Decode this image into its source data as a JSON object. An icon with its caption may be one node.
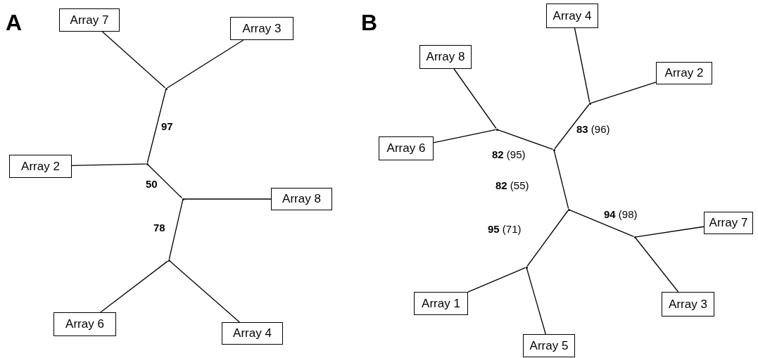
{
  "diagram": {
    "nodes": [
      {
        "text": [
          "Array 7"
        ]
      },
      {
        "text": [
          "Array 3"
        ]
      },
      {
        "text": [],
        "shape": "point"
      },
      {
        "text": [
          "Array 2"
        ]
      },
      {
        "text": [],
        "shape": "point"
      },
      {
        "text": [],
        "shape": "point"
      },
      {
        "text": [
          "Array 8"
        ]
      },
      {
        "text": [],
        "shape": "point"
      },
      {
        "text": [
          "Array 6"
        ]
      },
      {
        "text": [
          "Array 4"
        ]
      },
      {
        "text": [
          "Array 4"
        ]
      },
      {
        "text": [
          "Array 8"
        ]
      },
      {
        "text": [
          "Array 2"
        ]
      },
      {
        "text": [],
        "shape": "point"
      },
      {
        "text": [],
        "shape": "point"
      },
      {
        "text": [
          "Array 6"
        ]
      },
      {
        "text": [],
        "shape": "point"
      },
      {
        "text": [],
        "shape": "point"
      },
      {
        "text": [],
        "shape": "point"
      },
      {
        "text": [
          "Array 7"
        ]
      },
      {
        "text": [],
        "shape": "point"
      },
      {
        "text": [
          "Array 1"
        ]
      },
      {
        "text": [
          "Array 3"
        ]
      },
      {
        "text": [
          "Array 5"
        ]
      }
    ],
    "edges": [
      {
        "from": 0,
        "to": 2,
        "arrow": "none"
      },
      {
        "from": 1,
        "to": 2,
        "arrow": "none"
      },
      {
        "from": 2,
        "to": 4,
        "arrow": "none",
        "label": "97"
      },
      {
        "from": 3,
        "to": 4,
        "arrow": "none"
      },
      {
        "from": 4,
        "to": 5,
        "arrow": "none",
        "label": "50"
      },
      {
        "from": 6,
        "to": 5,
        "arrow": "none"
      },
      {
        "from": 5,
        "to": 7,
        "arrow": "none",
        "label": "78"
      },
      {
        "from": 7,
        "to": 8,
        "arrow": "none"
      },
      {
        "from": 7,
        "to": 9,
        "arrow": "none"
      },
      {
        "from": 10,
        "to": 13,
        "arrow": "none"
      },
      {
        "from": 12,
        "to": 13,
        "arrow": "none"
      },
      {
        "from": 11,
        "to": 14,
        "arrow": "none"
      },
      {
        "from": 15,
        "to": 14,
        "arrow": "none"
      },
      {
        "from": 13,
        "to": 16,
        "arrow": "none",
        "label": "**83** (96)"
      },
      {
        "from": 14,
        "to": 16,
        "arrow": "none",
        "label": "**82** (95)"
      },
      {
        "from": 16,
        "to": 17,
        "arrow": "none",
        "label": "**82** (55)"
      },
      {
        "from": 17,
        "to": 18,
        "arrow": "none",
        "label": "**94** (98)"
      },
      {
        "from": 17,
        "to": 20,
        "arrow": "none",
        "label": "**95** (71)"
      },
      {
        "from": 18,
        "to": 19,
        "arrow": "none"
      },
      {
        "from": 18,
        "to": 22,
        "arrow": "none"
      },
      {
        "from": 20,
        "to": 21,
        "arrow": "none"
      },
      {
        "from": 20,
        "to": 23,
        "arrow": "none"
      }
    ],
    "labels": [
      "A",
      "B"
    ]
  }
}
